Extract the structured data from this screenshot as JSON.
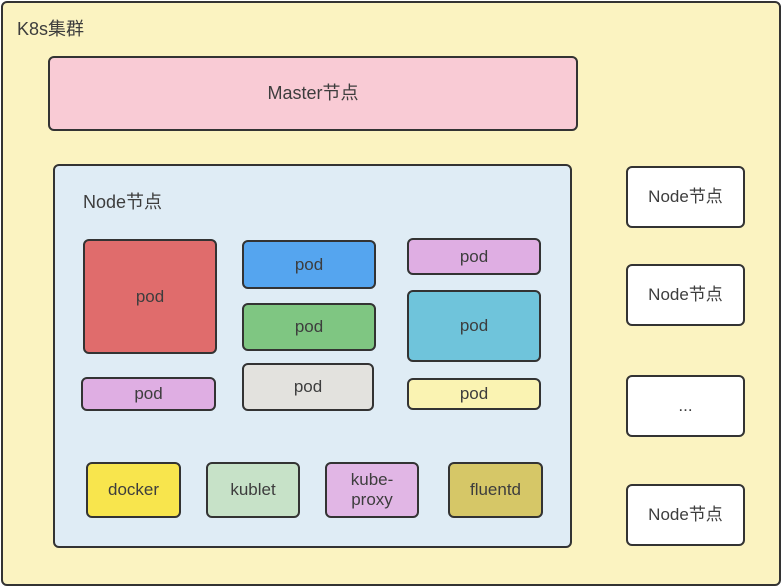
{
  "diagram": {
    "title": "K8s集群",
    "border_color": "#333333",
    "background_color": "#FBF3C1",
    "master": {
      "label": "Master节点",
      "color": "#F9CBD5"
    },
    "node_detail": {
      "label": "Node节点",
      "color": "#DFECF5",
      "pods": [
        {
          "name": "pod-red",
          "label": "pod",
          "color": "#E06C6C"
        },
        {
          "name": "pod-blue",
          "label": "pod",
          "color": "#55A5EF"
        },
        {
          "name": "pod-green",
          "label": "pod",
          "color": "#7FC682"
        },
        {
          "name": "pod-purple-top",
          "label": "pod",
          "color": "#DFAEE3"
        },
        {
          "name": "pod-teal",
          "label": "pod",
          "color": "#6FC4DB"
        },
        {
          "name": "pod-purple-bottom",
          "label": "pod",
          "color": "#DFAEE3"
        },
        {
          "name": "pod-gray",
          "label": "pod",
          "color": "#E3E2DE"
        },
        {
          "name": "pod-yellow",
          "label": "pod",
          "color": "#FAF3B2"
        }
      ],
      "components": [
        {
          "name": "docker",
          "label": "docker",
          "color": "#F8E54D"
        },
        {
          "name": "kublet",
          "label": "kublet",
          "color": "#C7E2C8"
        },
        {
          "name": "kube-proxy",
          "label": "kube-proxy",
          "color": "#E1B6E5"
        },
        {
          "name": "fluentd",
          "label": "fluentd",
          "color": "#D6C767"
        }
      ]
    },
    "other_nodes": [
      {
        "label": "Node节点"
      },
      {
        "label": "Node节点"
      },
      {
        "label": "..."
      },
      {
        "label": "Node节点"
      }
    ]
  }
}
